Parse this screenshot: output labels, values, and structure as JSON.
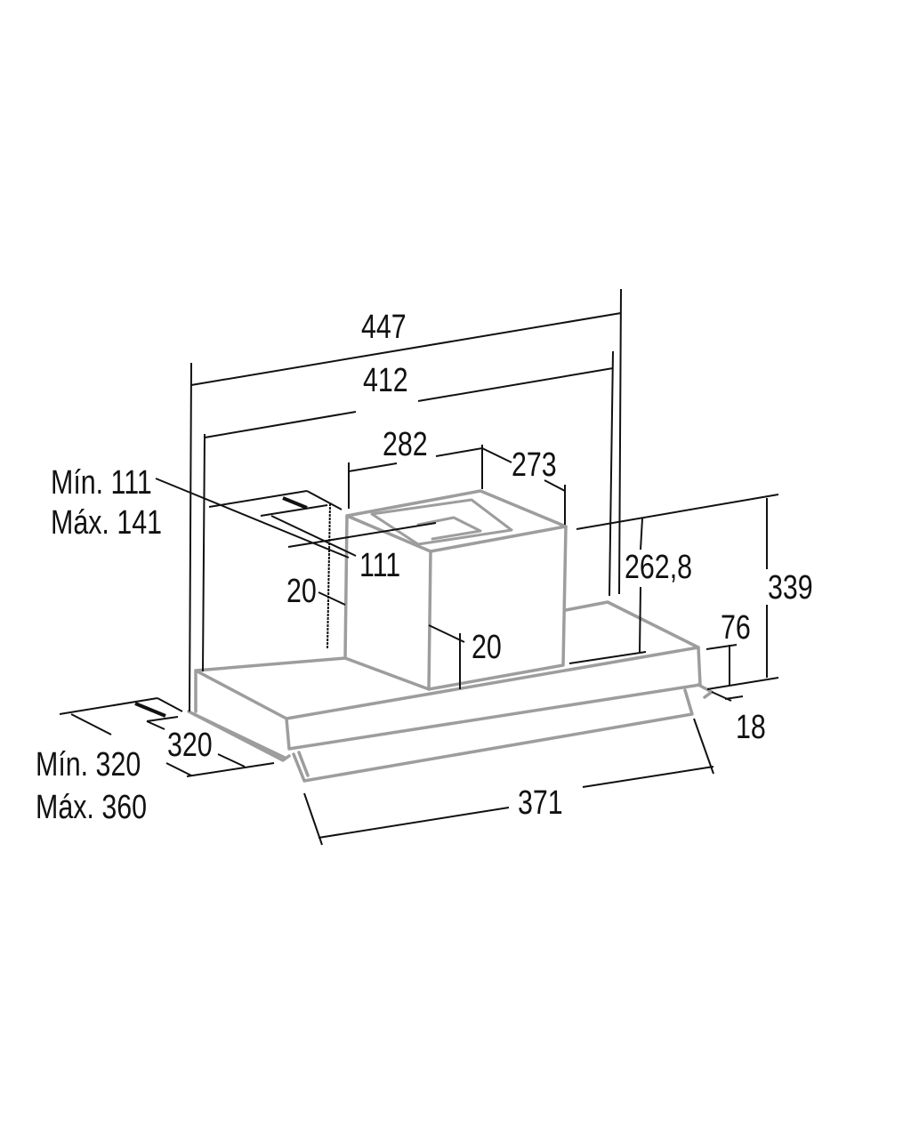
{
  "dimensions": {
    "overall_width": "447",
    "body_width": "412",
    "chimney_width": "282",
    "chimney_depth": "273",
    "chimney_offset_min": "Mín. 111",
    "chimney_offset_max": "Máx. 141",
    "chimney_offset": "111",
    "chimney_margin_left": "20",
    "chimney_margin_front": "20",
    "body_height": "262,8",
    "total_height": "339",
    "front_height": "76",
    "visor_height": "18",
    "depth_min": "Mín. 320",
    "depth_max": "Máx. 360",
    "depth": "320",
    "visor_width": "371"
  }
}
